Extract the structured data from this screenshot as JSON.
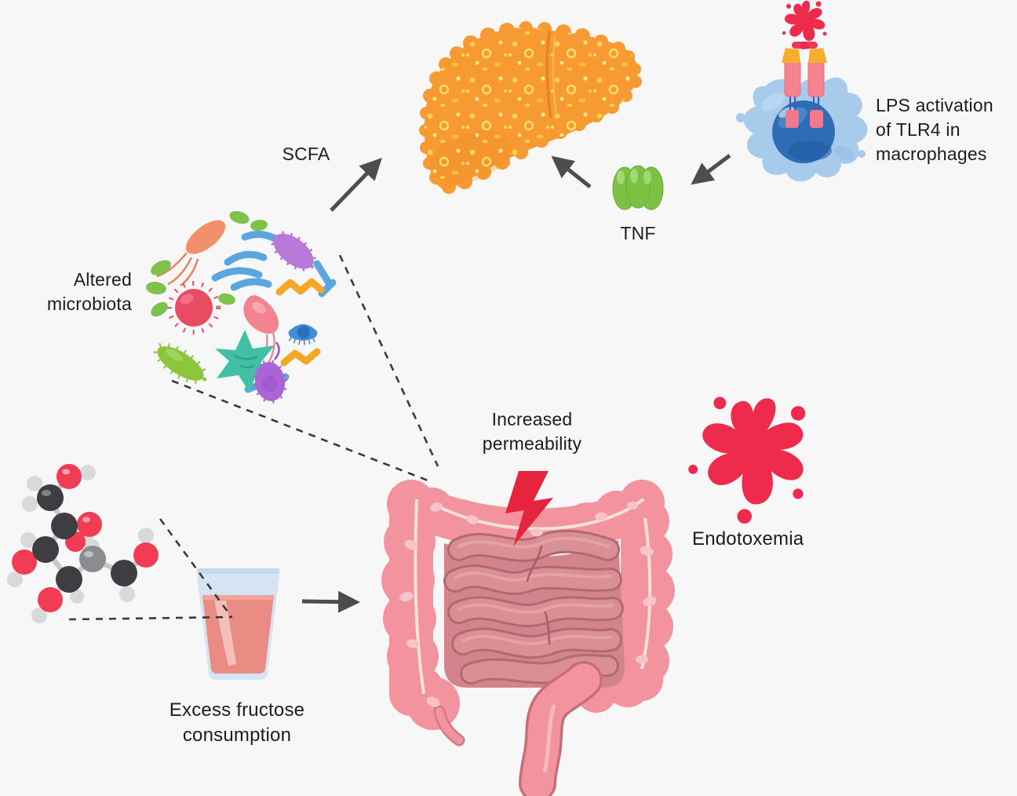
{
  "title": "Excess fructose consumption, gut permeability and liver pathway diagram",
  "labels": {
    "scfa": "SCFA",
    "tnf": "TNF",
    "lps_activation": "LPS activation\nof TLR4 in\nmacrophages",
    "altered_microbiota": "Altered\nmicrobiota",
    "increased_permeability": "Increased\npermeability",
    "endotoxemia": "Endotoxemia",
    "excess_fructose": "Excess fructose\nconsumption"
  },
  "illustrations": [
    "fatty-liver-icon",
    "macrophage-icon",
    "tlr4-receptor-icon",
    "lps-splat-icon",
    "tnf-trimer-icon",
    "microbiota-cluster-icon",
    "fructose-molecule-icon",
    "fructose-drink-glass-icon",
    "intestine-icon",
    "lightning-bolt-icon",
    "endotoxemia-splat-icon"
  ],
  "colors": {
    "background": "#F7F7F8",
    "text": "#1C1C1C",
    "arrow": "#4D4D4D",
    "dashed_line": "#3A3A3A",
    "liver_orange": "#F79A31",
    "liver_speckle": "#FFD44E",
    "tnf_green": "#7CC143",
    "macrophage_blue": "#A8CBEC",
    "nucleus_blue": "#2E6DB5",
    "red_accent": "#EE2B4D",
    "colon_pink": "#F2939E",
    "small_intestine_pink": "#D2838B",
    "drink_pink": "#EA8B84",
    "glass_blue": "#D5E4F2"
  }
}
